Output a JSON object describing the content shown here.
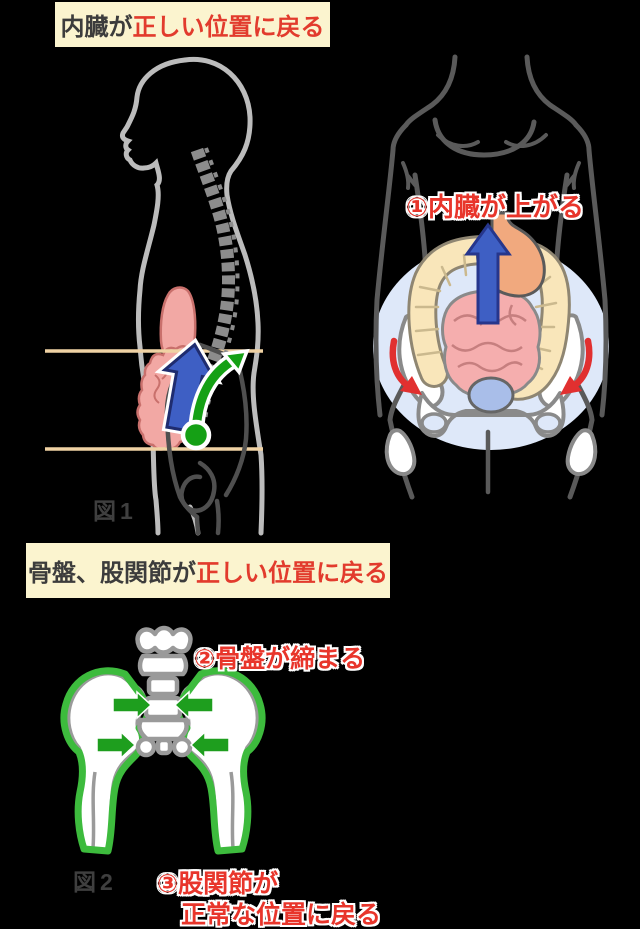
{
  "sections": {
    "organs": {
      "heading": {
        "dark": "内臓が",
        "red": "正しい位置に戻る"
      },
      "figure_label": "図1",
      "callout_organs_rise": "①内臓が上がる"
    },
    "pelvis": {
      "heading": {
        "dark": "骨盤、股関節が",
        "red": "正しい位置に戻る"
      },
      "figure_label": "図2",
      "callout_pelvis_tighten": "②骨盤が締まる",
      "callout_hip_line1": "③股関節が",
      "callout_hip_line2": "正常な位置に戻る"
    }
  },
  "colors": {
    "background": "#000000",
    "banner_background": "#FBF4CF",
    "heading_dark_text": "#3C3C3C",
    "heading_red_text": "#E23B2D",
    "callout_red_text": "#E8352B",
    "body_outline_light": "#BCBCBC",
    "body_outline_dark": "#5A5A5A",
    "spine_gray": "#8C8C8C",
    "pelvis_sketch_dark": "#4F4F4F",
    "organ_pink": "#F2A8A4",
    "arrow_blue": "#3E5FC4",
    "arrow_green": "#15A015",
    "guide_line_tan": "#F0D2A4",
    "abdomen_circle": "#DEE8F9",
    "colon_cream": "#F9E6BA",
    "small_intestine_pink": "#F5AEAE",
    "stomach_salmon": "#F1A97E",
    "bladder_lavender": "#A9BEE9",
    "uterus_pink": "#F2B9C3",
    "arrow_red": "#E13030",
    "bone_gray": "#9A9A9A",
    "pelvis_green": "#3DBB3D"
  }
}
